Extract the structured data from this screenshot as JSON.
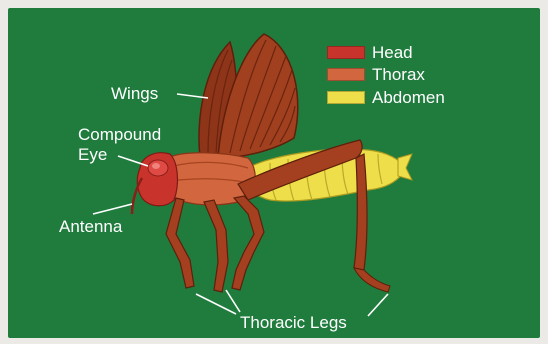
{
  "legend": {
    "items": [
      {
        "label": "Head",
        "color": "#c8342c"
      },
      {
        "label": "Thorax",
        "color": "#d2673f"
      },
      {
        "label": "Abdomen",
        "color": "#eede4a"
      }
    ]
  },
  "labels": {
    "wings": "Wings",
    "compound_eye_line1": "Compound",
    "compound_eye_line2": "Eye",
    "antenna": "Antenna",
    "thoracic_legs": "Thoracic Legs"
  },
  "colors": {
    "background": "#1f7c3d",
    "wing": "#9b3a1d",
    "leg": "#a4401f",
    "text": "#ffffff"
  }
}
